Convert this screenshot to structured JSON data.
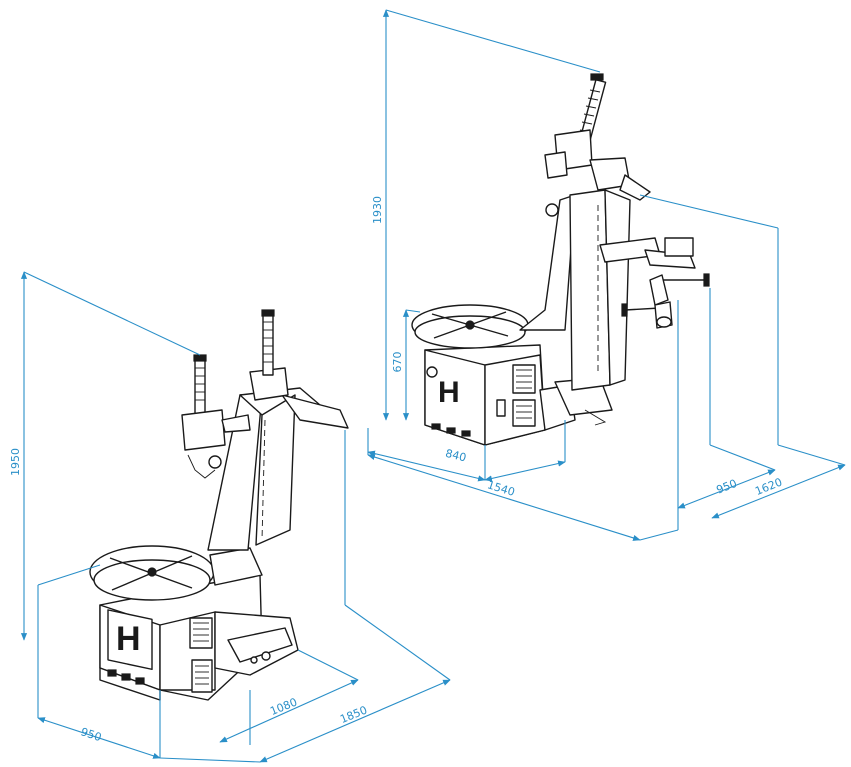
{
  "figure": {
    "left_machine": {
      "dimensions": {
        "height": "1950",
        "width": "950",
        "depth": "1080",
        "overall": "1850"
      }
    },
    "right_machine": {
      "dimensions": {
        "height": "1930",
        "table_height": "670",
        "width": "840",
        "depth": "1540",
        "arm_offset": "950",
        "overall": "1620"
      }
    },
    "colors": {
      "dimension_lines": "#2a8fc8",
      "machine_outline": "#1a1a1a"
    },
    "logo_glyph": "H"
  }
}
